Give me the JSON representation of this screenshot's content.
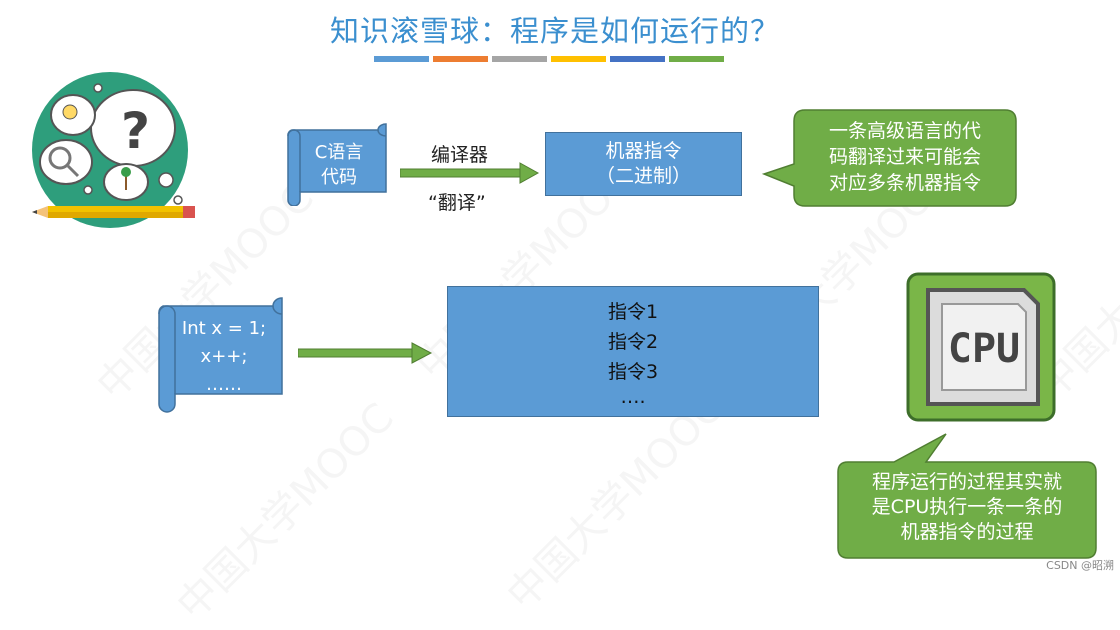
{
  "title": "知识滚雪球：程序是如何运行的？",
  "accent_bars": [
    "#5b9bd5",
    "#ed7d31",
    "#a5a5a5",
    "#ffc000",
    "#4472c4",
    "#70ad47"
  ],
  "watermark": "中国大学MOOC",
  "scroll1": {
    "line1": "C语言",
    "line2": "代码"
  },
  "compiler_label": "编译器",
  "translate_label": "“翻译”",
  "machine_box": {
    "line1": "机器指令",
    "line2": "（二进制）"
  },
  "callout_top": {
    "line1": "一条高级语言的代",
    "line2": "码翻译过来可能会",
    "line3": "对应多条机器指令"
  },
  "scroll2": {
    "line1": "Int x = 1;",
    "line2": "x++;",
    "line3": "……"
  },
  "instructions_box": {
    "line1": "指令1",
    "line2": "指令2",
    "line3": "指令3",
    "line4": "…."
  },
  "cpu_label": "CPU",
  "callout_bottom": {
    "line1": "程序运行的过程其实就",
    "line2": "是CPU执行一条一条的",
    "line3": "机器指令的过程"
  },
  "footer": "CSDN @昭溯"
}
